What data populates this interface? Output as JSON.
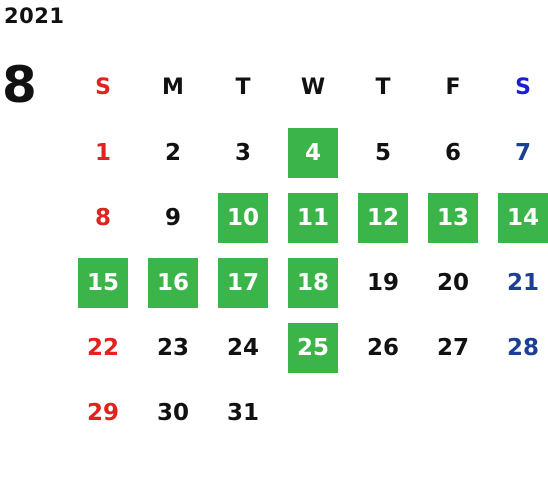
{
  "calendar": {
    "year": "2021",
    "month": "8",
    "weekdays": [
      "S",
      "M",
      "T",
      "W",
      "T",
      "F",
      "S"
    ],
    "weeks": [
      [
        {
          "d": "1"
        },
        {
          "d": "2"
        },
        {
          "d": "3"
        },
        {
          "d": "4",
          "hl": true
        },
        {
          "d": "5"
        },
        {
          "d": "6"
        },
        {
          "d": "7"
        }
      ],
      [
        {
          "d": "8"
        },
        {
          "d": "9"
        },
        {
          "d": "10",
          "hl": true
        },
        {
          "d": "11",
          "hl": true
        },
        {
          "d": "12",
          "hl": true
        },
        {
          "d": "13",
          "hl": true
        },
        {
          "d": "14",
          "hl": true
        }
      ],
      [
        {
          "d": "15",
          "hl": true
        },
        {
          "d": "16",
          "hl": true
        },
        {
          "d": "17",
          "hl": true
        },
        {
          "d": "18",
          "hl": true
        },
        {
          "d": "19"
        },
        {
          "d": "20"
        },
        {
          "d": "21"
        }
      ],
      [
        {
          "d": "22"
        },
        {
          "d": "23"
        },
        {
          "d": "24"
        },
        {
          "d": "25",
          "hl": true
        },
        {
          "d": "26"
        },
        {
          "d": "27"
        },
        {
          "d": "28"
        }
      ],
      [
        {
          "d": "29"
        },
        {
          "d": "30"
        },
        {
          "d": "31"
        },
        {
          "d": ""
        },
        {
          "d": ""
        },
        {
          "d": ""
        },
        {
          "d": ""
        }
      ]
    ]
  },
  "colors": {
    "highlight": "#3bb54a",
    "sunday": "#e0231e",
    "saturday": "#1b3f92",
    "saturday_header": "#1a1fd0",
    "text": "#111111"
  }
}
